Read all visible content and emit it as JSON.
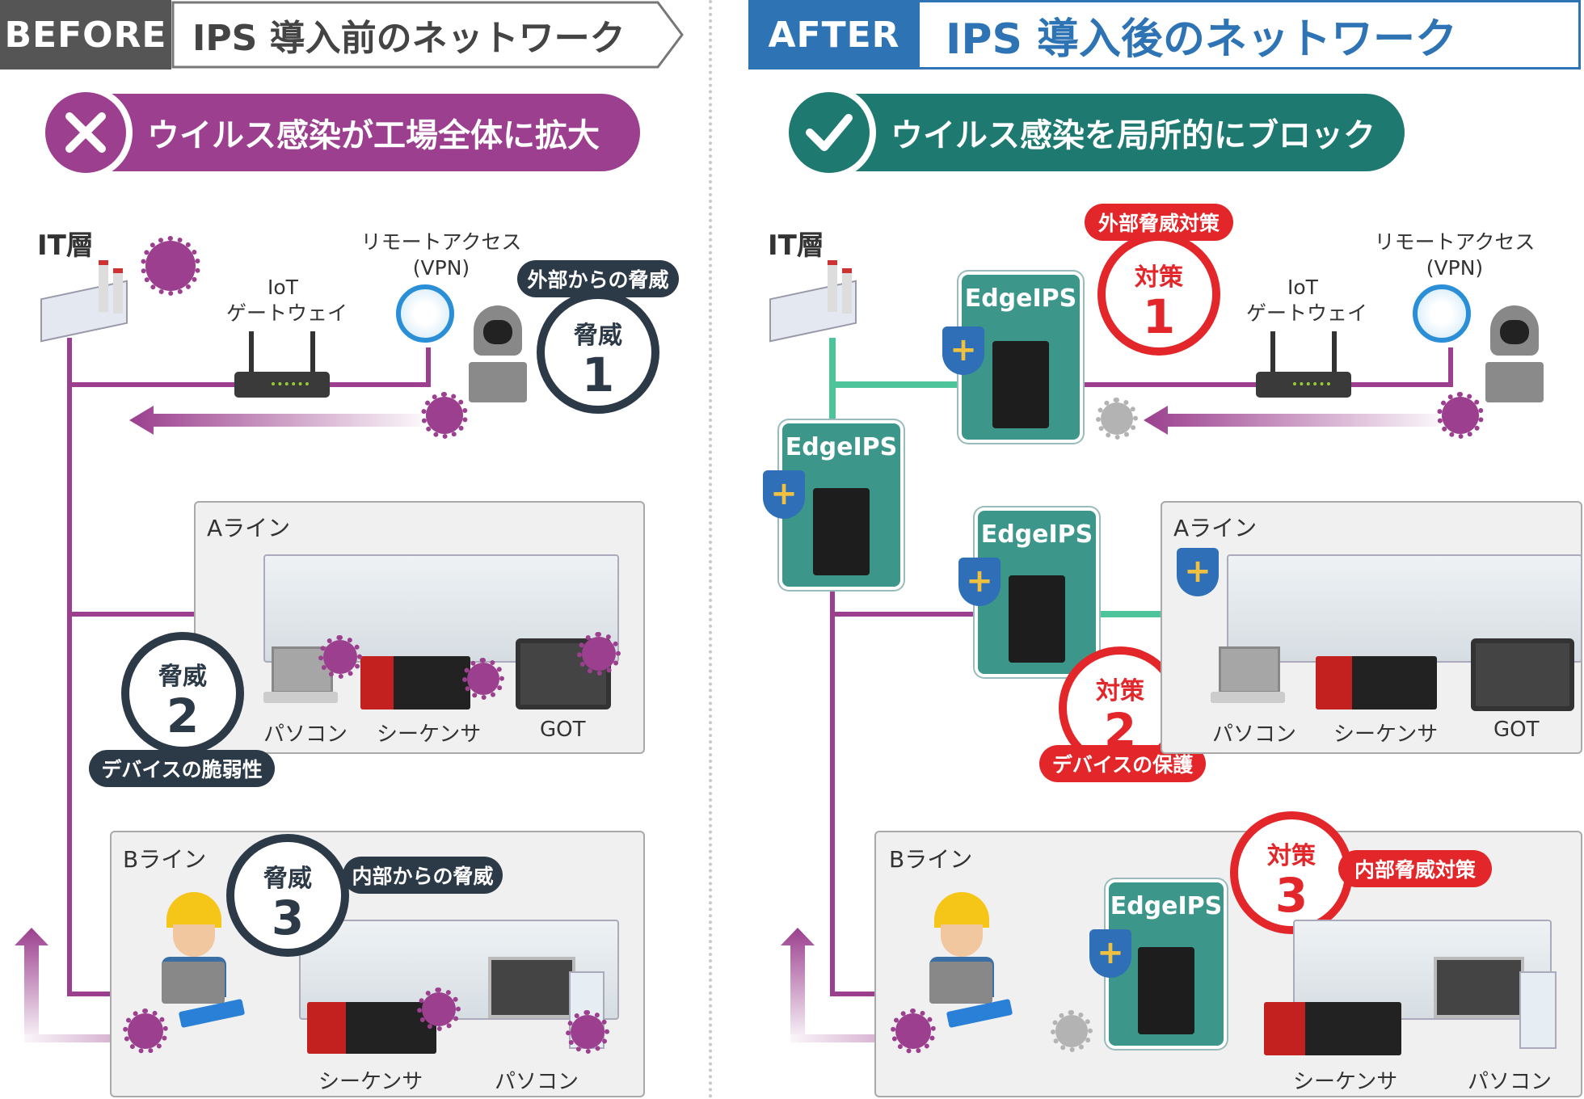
{
  "colors": {
    "before_tag": "#555555",
    "after_tag": "#2e74b5",
    "threat_pill": "#9b3f8e",
    "block_pill": "#1e7a70",
    "threat_circle": "#2c3a48",
    "measure_red": "#e3262a",
    "edgeips": "#3c978a",
    "wire_purple": "#9b3f8e",
    "wire_green": "#4dc49a"
  },
  "before": {
    "tag": "BEFORE",
    "title": "IPS 導入前のネットワーク",
    "pill": "ウイルス感染が工場全体に拡大",
    "pill_icon": "x-icon",
    "it_layer": "IT層",
    "iot_gateway": [
      "IoT",
      "ゲートウェイ"
    ],
    "remote_access": [
      "リモートアクセス",
      "(VPN)"
    ],
    "threat1": {
      "tag": "外部からの脅威",
      "word": "脅威",
      "num": "1"
    },
    "line_a": {
      "label": "Aライン",
      "devices": [
        "パソコン",
        "シーケンサ",
        "GOT"
      ]
    },
    "threat2": {
      "tag": "デバイスの脆弱性",
      "word": "脅威",
      "num": "2"
    },
    "line_b": {
      "label": "Bライン",
      "devices": [
        "シーケンサ",
        "パソコン"
      ]
    },
    "threat3": {
      "tag": "内部からの脅威",
      "word": "脅威",
      "num": "3"
    }
  },
  "after": {
    "tag": "AFTER",
    "title": "IPS 導入後のネットワーク",
    "pill": "ウイルス感染を局所的にブロック",
    "pill_icon": "check-icon",
    "it_layer": "IT層",
    "iot_gateway": [
      "IoT",
      "ゲートウェイ"
    ],
    "remote_access": [
      "リモートアクセス",
      "(VPN)"
    ],
    "edgeips": "EdgeIPS",
    "measure1": {
      "tag": "外部脅威対策",
      "word": "対策",
      "num": "1"
    },
    "measure2": {
      "tag": "デバイスの保護",
      "word": "対策",
      "num": "2"
    },
    "measure3": {
      "tag": "内部脅威対策",
      "word": "対策",
      "num": "3"
    },
    "line_a": {
      "label": "Aライン",
      "devices": [
        "パソコン",
        "シーケンサ",
        "GOT"
      ]
    },
    "line_b": {
      "label": "Bライン",
      "devices": [
        "シーケンサ",
        "パソコン"
      ]
    }
  }
}
